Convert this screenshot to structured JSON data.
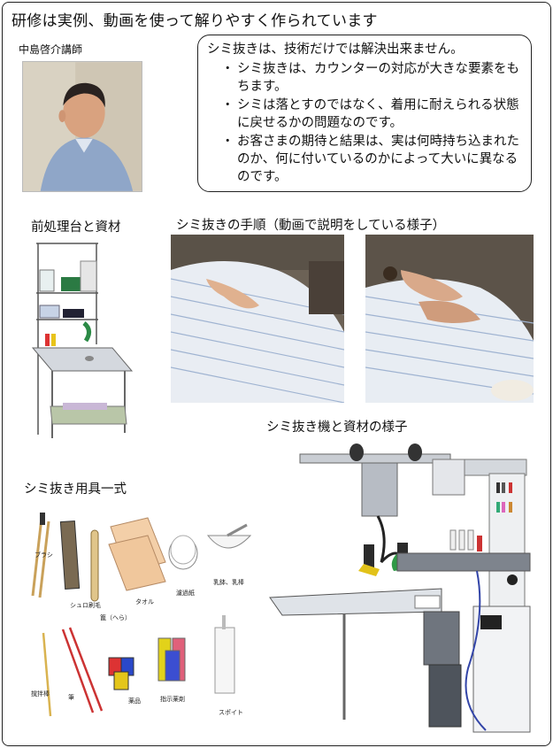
{
  "title": "研修は実例、動画を使って解りやすく作られています",
  "lecturer": "中島啓介講師",
  "callout": {
    "heading": "シミ抜きは、技術だけでは解決出来ません。",
    "points": [
      "シミ抜きは、カウンターの対応が大きな要素をもちます。",
      "シミは落とすのではなく、着用に耐えられる状態に戻せるかの問題なのです。",
      "お客さまの期待と結果は、実は何時持ち込まれたのか、何に付いているのかによって大いに異なるのです。"
    ]
  },
  "sections": {
    "pretreat": "前処理台と資材",
    "procedure": "シミ抜きの手順（動画で説明をしている様子）",
    "machine": "シミ抜き機と資材の様子",
    "tools": "シミ抜き用具一式"
  },
  "tool_labels": {
    "brush": "ブラシ",
    "shuro": "シュロ刷毛",
    "spatula": "篦（へら）",
    "towel": "タオル",
    "filter": "濾過紙",
    "mortar": "乳鉢、乳棒",
    "stick": "撹拌棒",
    "pen": "筆",
    "chemical": "薬品",
    "reagent": "指示薬剤",
    "dropper": "スポイト"
  },
  "colors": {
    "border": "#222222",
    "skin": "#e2b48f",
    "shirt": "#9fb3d1",
    "steel": "#c7ccd3",
    "towel": "#f3cfa8"
  }
}
